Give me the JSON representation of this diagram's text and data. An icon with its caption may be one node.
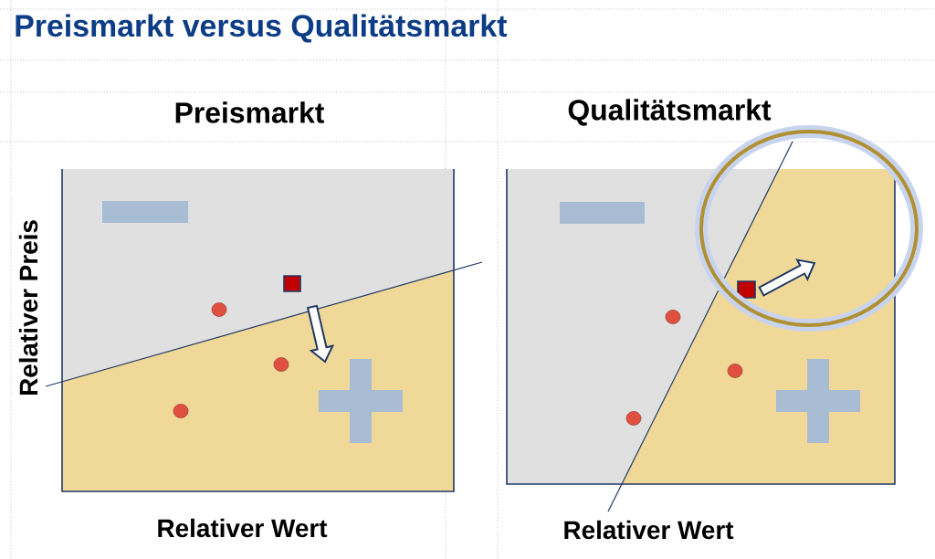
{
  "diagram": {
    "title": "Preismarkt versus Qualitätsmarkt",
    "labels": [
      "Preismarkt",
      "Qualitätsmarkt",
      "Relativer Preis",
      "Relativer Wert",
      "Relativer Wert"
    ]
  }
}
